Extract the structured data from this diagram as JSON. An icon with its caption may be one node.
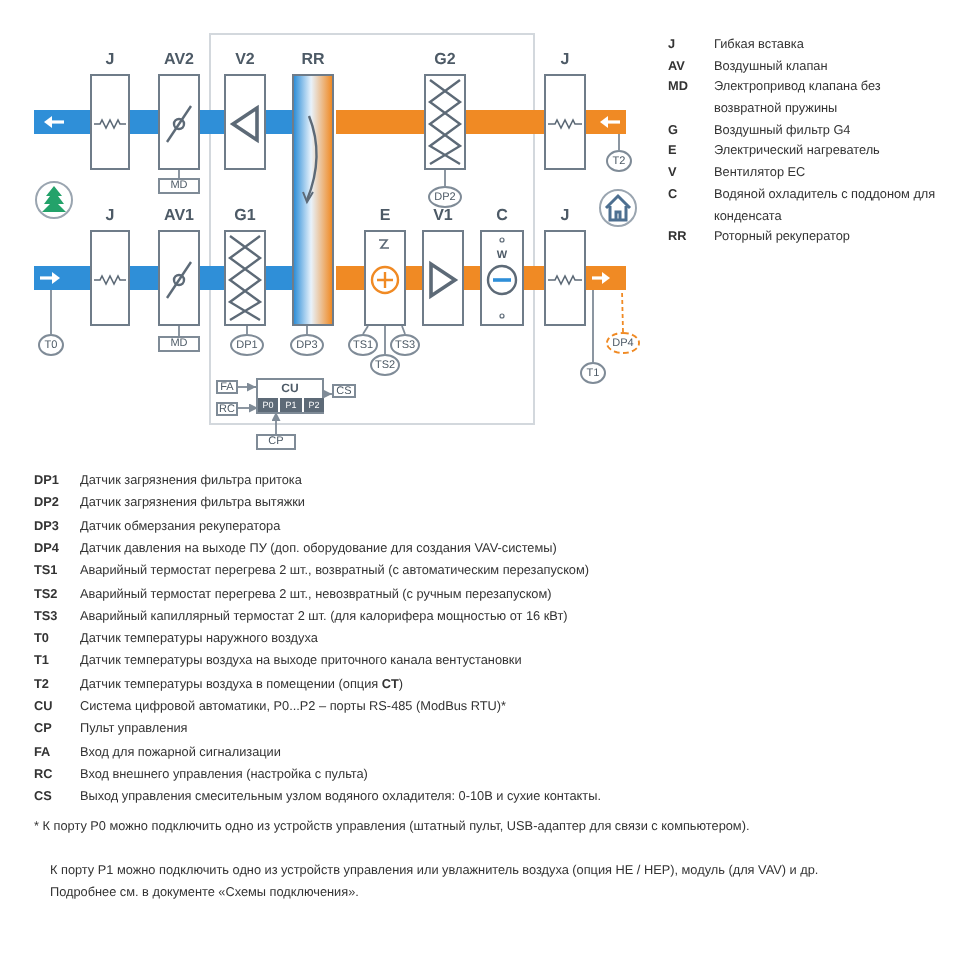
{
  "diagram": {
    "nodes": [
      {
        "text": [
          "J"
        ]
      },
      {
        "text": [
          "AV2"
        ]
      },
      {
        "text": [
          "V2"
        ]
      },
      {
        "text": [
          "RR"
        ]
      },
      {
        "text": [
          "G2"
        ]
      },
      {
        "text": [
          "J"
        ]
      },
      {
        "text": [
          "MD"
        ]
      },
      {
        "text": [
          "DP2"
        ]
      },
      {
        "text": [
          "T2"
        ]
      },
      {
        "text": [
          "J"
        ]
      },
      {
        "text": [
          "AV1"
        ]
      },
      {
        "text": [
          "G1"
        ]
      },
      {
        "text": [
          "E"
        ]
      },
      {
        "text": [
          "V1"
        ]
      },
      {
        "text": [
          "C",
          "W"
        ]
      },
      {
        "text": [
          "J"
        ]
      },
      {
        "text": [
          "T0"
        ]
      },
      {
        "text": [
          "MD"
        ]
      },
      {
        "text": [
          "DP1"
        ]
      },
      {
        "text": [
          "DP3"
        ]
      },
      {
        "text": [
          "TS1"
        ]
      },
      {
        "text": [
          "TS3"
        ]
      },
      {
        "text": [
          "DP4"
        ]
      },
      {
        "text": [
          "TS2"
        ]
      },
      {
        "text": [
          "T1"
        ]
      },
      {
        "text": [
          "FA"
        ]
      },
      {
        "text": [
          "CU"
        ]
      },
      {
        "text": [
          "P0"
        ],
        "in": 26
      },
      {
        "text": [
          "P1"
        ],
        "in": 26
      },
      {
        "text": [
          "P2"
        ],
        "in": 26
      },
      {
        "text": [
          "CS"
        ]
      },
      {
        "text": [
          "RC"
        ]
      },
      {
        "text": [
          "CP"
        ]
      },
      {
        "text": [],
        "shape": "bar"
      },
      {
        "text": [],
        "shape": "bar"
      },
      {
        "text": [],
        "shape": "bar"
      },
      {
        "text": [],
        "shape": "bar"
      }
    ],
    "edges": [
      {
        "from": 6,
        "to": 1,
        "arrow": "none"
      },
      {
        "from": 7,
        "to": 4,
        "arrow": "none"
      },
      {
        "from": 8,
        "to": 34,
        "arrow": "none"
      },
      {
        "from": 17,
        "to": 10,
        "arrow": "none"
      },
      {
        "from": 16,
        "to": 35,
        "arrow": "none"
      },
      {
        "from": 18,
        "to": 11,
        "arrow": "none"
      },
      {
        "from": 19,
        "to": 3,
        "arrow": "none"
      },
      {
        "from": 20,
        "to": 12,
        "arrow": "none"
      },
      {
        "from": 21,
        "to": 12,
        "arrow": "none"
      },
      {
        "from": 23,
        "to": 12,
        "arrow": "none"
      },
      {
        "from": 22,
        "to": 36,
        "arrow": "none",
        "style": "dashed",
        "color": "#f08a24"
      },
      {
        "from": 24,
        "to": 36,
        "arrow": "none"
      },
      {
        "from": 25,
        "to": 26,
        "arrow": "to"
      },
      {
        "from": 31,
        "to": 27,
        "arrow": "to"
      },
      {
        "from": 26,
        "to": 30,
        "arrow": "to"
      },
      {
        "from": 32,
        "to": 27,
        "arrow": "to"
      }
    ],
    "labels": [
      "J",
      "Гибкая вставка",
      "AV",
      "Воздушный клапан",
      "MD",
      "Электропривод клапана без возвратной пружины",
      "G",
      "Воздушный фильтр G4",
      "E",
      "Электрический нагреватель",
      "V",
      "Вентилятор EC",
      "C",
      "Водяной охладитель с поддоном для конденсата",
      "RR",
      "Роторный рекуператор",
      "DP1",
      "Датчик загрязнения фильтра притока",
      "DP2",
      "Датчик загрязнения фильтра вытяжки",
      "DP3",
      "Датчик обмерзания рекуператора",
      "DP4",
      "Датчик давления на выходе ПУ (доп. оборудование для создания VAV-системы)",
      "TS1",
      "Аварийный термостат перегрева 2 шт., возвратный (с автоматическим перезапуском)",
      "TS2",
      "Аварийный термостат перегрева 2 шт., невозвратный (с ручным перезапуском)",
      "TS3",
      "Аварийный капиллярный термостат 2 шт. (для калорифера мощностью от 16 кВт)",
      "T0",
      "Датчик температуры наружного воздуха",
      "T1",
      "Датчик температуры воздуха на выходе приточного канала вентустановки",
      "T2",
      "Датчик температуры воздуха в помещении (опция **CT**)",
      "CU",
      "Система цифровой автоматики, P0...P2 – порты RS-485 (ModBus RTU)*",
      "CP",
      "Пульт управления",
      "FA",
      "Вход для пожарной сигнализации",
      "RC",
      "Вход внешнего управления (настройка с пульта)",
      "CS",
      "Выход управления смесительным узлом водяного охладителя: 0-10В и сухие контакты.",
      "* К порту P0 можно подключить одно из устройств управления (штатный пульт, USB-адаптер для связи с компьютером).",
      "К порту P1 можно подключить одно из устройств управления или увлажнитель воздуха (опция HE / HEP), модуль (для VAV) и др. Подробнее см. в документе «Схемы подключения»."
    ]
  }
}
